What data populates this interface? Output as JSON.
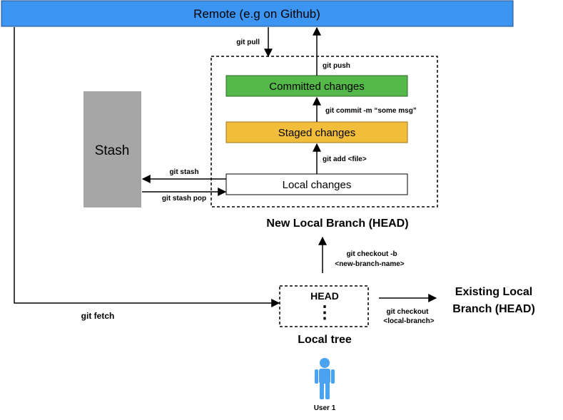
{
  "remote": {
    "label": "Remote (e.g on Github)"
  },
  "stash": {
    "label": "Stash"
  },
  "stages": {
    "committed": "Committed changes",
    "staged": "Staged changes",
    "local": "Local changes"
  },
  "commands": {
    "git_pull": "git pull",
    "git_push": "git push",
    "git_commit": "git commit  -m “some msg”",
    "git_add": "git add <file>",
    "git_stash": "git stash",
    "git_stash_pop": "git stash pop",
    "git_fetch": "git fetch",
    "checkout_b_line1": "git checkout -b",
    "checkout_b_line2": "<new-branch-name>",
    "checkout_line1": "git checkout",
    "checkout_line2": "<local-branch>"
  },
  "branches": {
    "new_local": "New Local Branch (HEAD)",
    "existing_line1": "Existing Local",
    "existing_line2": "Branch (HEAD)"
  },
  "local_tree": {
    "head": "HEAD",
    "dots": "⋮",
    "label": "Local tree"
  },
  "user": {
    "label": "User 1"
  },
  "colors": {
    "remote": "#3d95f2",
    "committed": "#54b948",
    "staged": "#f2bd3a",
    "stash": "#a6a6a6",
    "user": "#4aa3f0"
  }
}
